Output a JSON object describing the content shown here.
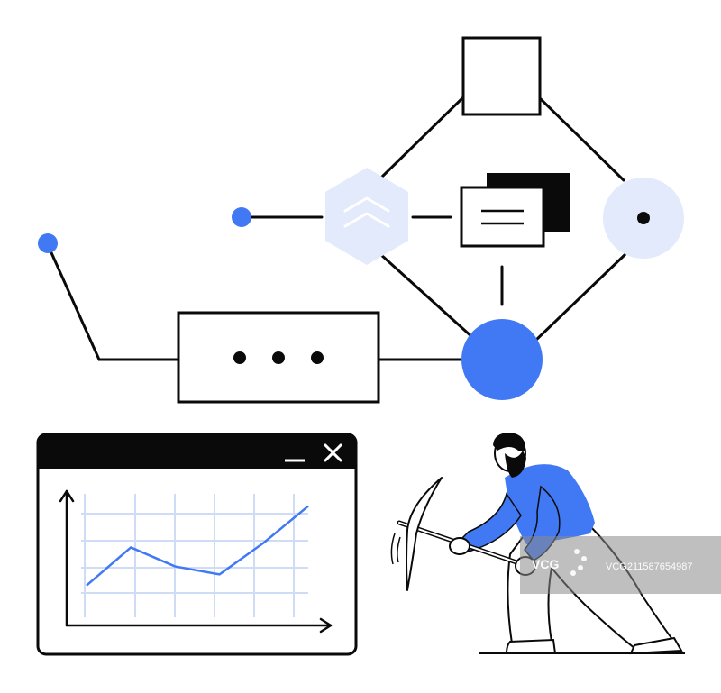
{
  "colors": {
    "accent": "#4179f5",
    "accent_light": "#e3eafb",
    "ink": "#0a0a0a",
    "grid": "#cfdcf6",
    "background": "#ffffff"
  },
  "icons": {
    "window_minimize": "minimize-icon",
    "window_close": "close-icon",
    "hexagon_symbol": "double-chevron-up-icon",
    "card_symbol": "document-lines-icon",
    "ellipsis": "ellipsis-icon"
  },
  "chart_data": {
    "type": "line",
    "x": [
      0,
      1,
      2,
      3,
      4,
      5
    ],
    "series": [
      {
        "values": [
          1.0,
          2.2,
          1.6,
          1.35,
          2.35,
          3.5
        ]
      }
    ],
    "grid": true
  },
  "watermark": {
    "logo_text": "VCG",
    "id_text": "VCG211587654987"
  }
}
